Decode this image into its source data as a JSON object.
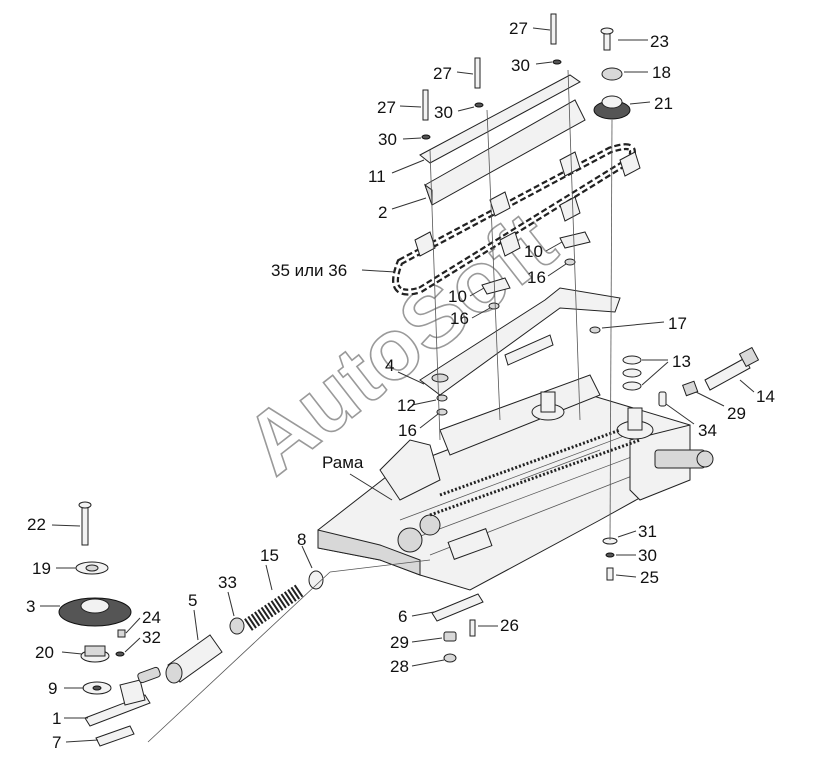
{
  "diagram": {
    "watermark": "AutoSoft",
    "frame_label": "Рама",
    "labels": [
      {
        "id": "l27a",
        "text": "27"
      },
      {
        "id": "l23",
        "text": "23"
      },
      {
        "id": "l27b",
        "text": "27"
      },
      {
        "id": "l30a",
        "text": "30"
      },
      {
        "id": "l18",
        "text": "18"
      },
      {
        "id": "l27c",
        "text": "27"
      },
      {
        "id": "l30b",
        "text": "30"
      },
      {
        "id": "l21",
        "text": "21"
      },
      {
        "id": "l30c",
        "text": "30"
      },
      {
        "id": "l11",
        "text": "11"
      },
      {
        "id": "l2",
        "text": "2"
      },
      {
        "id": "l10a",
        "text": "10"
      },
      {
        "id": "l3536",
        "text": "35 или 36"
      },
      {
        "id": "l16a",
        "text": "16"
      },
      {
        "id": "l10b",
        "text": "10"
      },
      {
        "id": "l16b",
        "text": "16"
      },
      {
        "id": "l17",
        "text": "17"
      },
      {
        "id": "l4",
        "text": "4"
      },
      {
        "id": "l13",
        "text": "13"
      },
      {
        "id": "l14",
        "text": "14"
      },
      {
        "id": "l12",
        "text": "12"
      },
      {
        "id": "l29a",
        "text": "29"
      },
      {
        "id": "l16c",
        "text": "16"
      },
      {
        "id": "l34",
        "text": "34"
      },
      {
        "id": "l22",
        "text": "22"
      },
      {
        "id": "l8",
        "text": "8"
      },
      {
        "id": "l31",
        "text": "31"
      },
      {
        "id": "l19",
        "text": "19"
      },
      {
        "id": "l15",
        "text": "15"
      },
      {
        "id": "l30d",
        "text": "30"
      },
      {
        "id": "l33",
        "text": "33"
      },
      {
        "id": "l25",
        "text": "25"
      },
      {
        "id": "l5",
        "text": "5"
      },
      {
        "id": "l3",
        "text": "3"
      },
      {
        "id": "l24",
        "text": "24"
      },
      {
        "id": "l6",
        "text": "6"
      },
      {
        "id": "l26",
        "text": "26"
      },
      {
        "id": "l32",
        "text": "32"
      },
      {
        "id": "l20",
        "text": "20"
      },
      {
        "id": "l29b",
        "text": "29"
      },
      {
        "id": "l28",
        "text": "28"
      },
      {
        "id": "l9",
        "text": "9"
      },
      {
        "id": "l1",
        "text": "1"
      },
      {
        "id": "l7",
        "text": "7"
      }
    ]
  }
}
